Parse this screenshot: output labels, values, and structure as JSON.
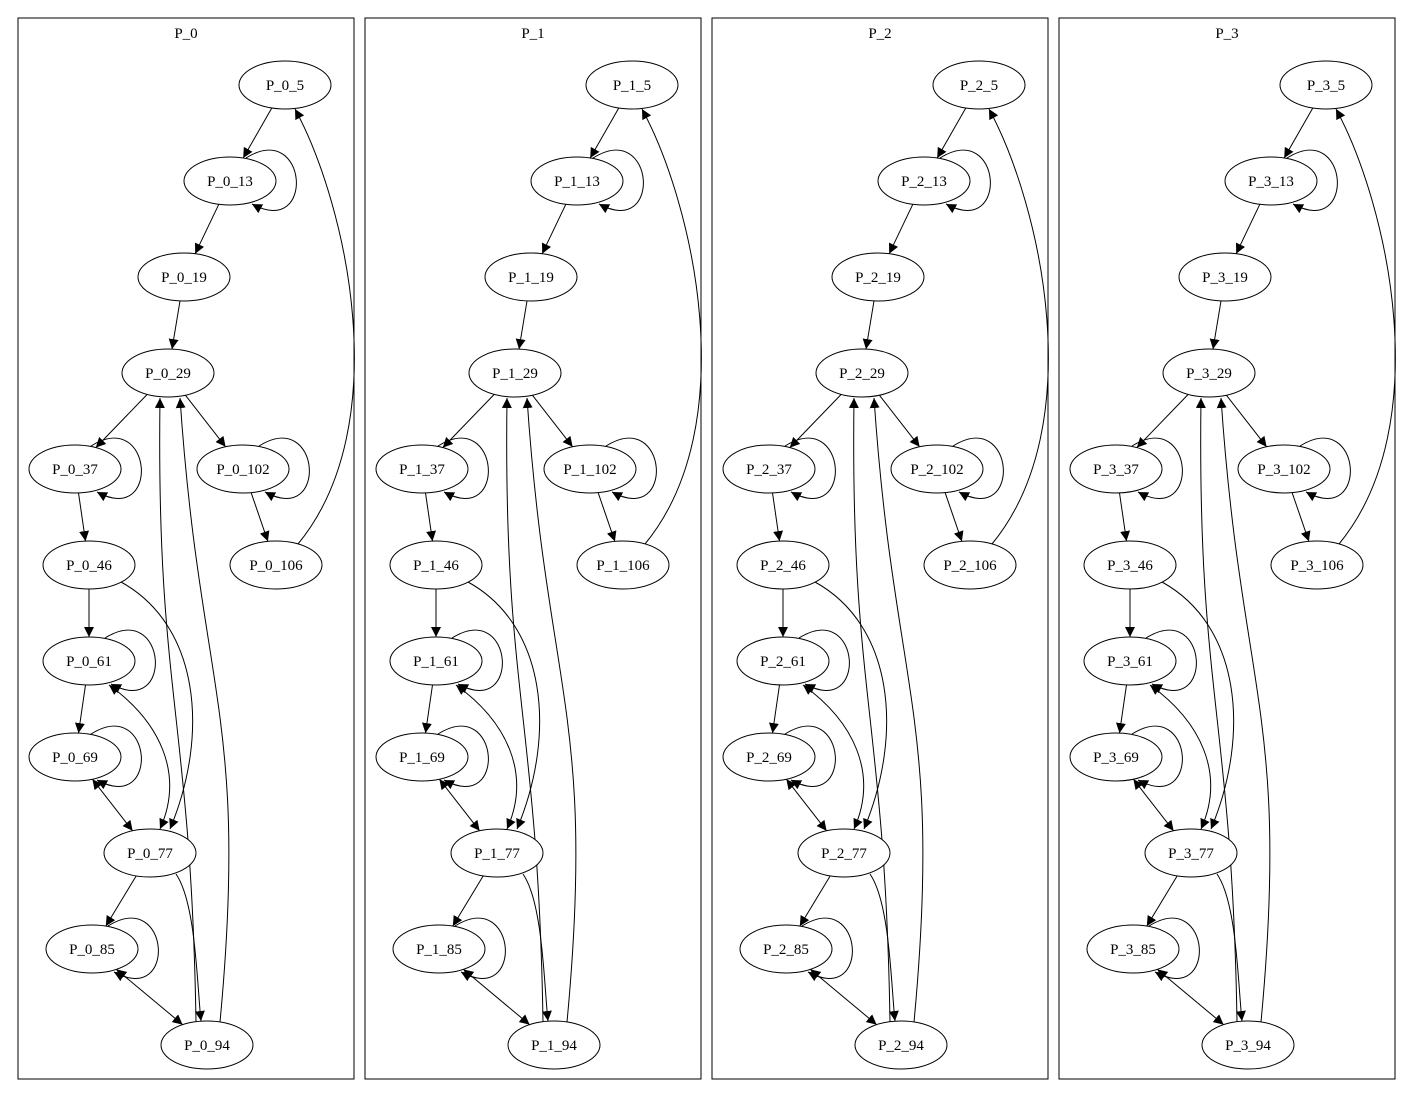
{
  "graph": {
    "clusters": [
      {
        "label": "P_0",
        "prefix": "P_0"
      },
      {
        "label": "P_1",
        "prefix": "P_1"
      },
      {
        "label": "P_2",
        "prefix": "P_2"
      },
      {
        "label": "P_3",
        "prefix": "P_3"
      }
    ],
    "node_suffixes": [
      "5",
      "13",
      "19",
      "29",
      "37",
      "102",
      "46",
      "106",
      "61",
      "69",
      "77",
      "85",
      "94"
    ],
    "edges": [
      {
        "from": "5",
        "to": "13"
      },
      {
        "from": "13",
        "to": "13",
        "self_loop": true
      },
      {
        "from": "13",
        "to": "19"
      },
      {
        "from": "19",
        "to": "29"
      },
      {
        "from": "29",
        "to": "37"
      },
      {
        "from": "29",
        "to": "102"
      },
      {
        "from": "37",
        "to": "37",
        "self_loop": true
      },
      {
        "from": "37",
        "to": "46"
      },
      {
        "from": "102",
        "to": "102",
        "self_loop": true
      },
      {
        "from": "102",
        "to": "106"
      },
      {
        "from": "106",
        "to": "5"
      },
      {
        "from": "46",
        "to": "61"
      },
      {
        "from": "46",
        "to": "77"
      },
      {
        "from": "61",
        "to": "61",
        "self_loop": true
      },
      {
        "from": "61",
        "to": "69"
      },
      {
        "from": "61",
        "to": "77",
        "bidirectional": true
      },
      {
        "from": "69",
        "to": "69",
        "self_loop": true
      },
      {
        "from": "69",
        "to": "77",
        "bidirectional": true
      },
      {
        "from": "77",
        "to": "85"
      },
      {
        "from": "77",
        "to": "94"
      },
      {
        "from": "85",
        "to": "85",
        "self_loop": true
      },
      {
        "from": "85",
        "to": "94",
        "bidirectional": true
      },
      {
        "from": "94",
        "to": "29",
        "parallel": "left"
      },
      {
        "from": "94",
        "to": "29",
        "parallel": "right"
      }
    ]
  }
}
